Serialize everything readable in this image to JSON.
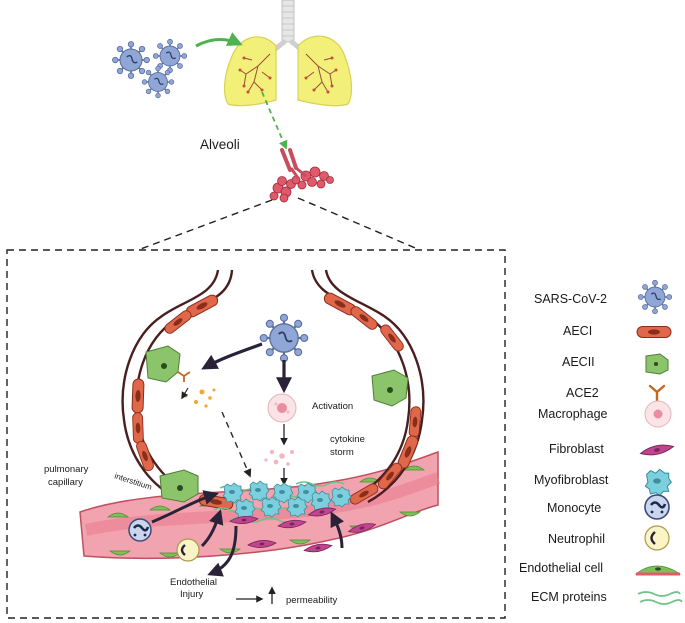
{
  "labels": {
    "alveoli": "Alveoli",
    "activation": "Activation",
    "cytokine_line1": "cytokine",
    "cytokine_line2": "storm",
    "pulmonary_line1": "pulmonary",
    "pulmonary_line2": "capillary",
    "interstitium": "interstitium",
    "endothelial_line1": "Endothelial",
    "endothelial_line2": "Injury",
    "permeability": "permeability"
  },
  "legend": {
    "items": [
      {
        "label": "SARS-CoV-2",
        "icon": "virus-icon"
      },
      {
        "label": "AECI",
        "icon": "aeci-cell-icon"
      },
      {
        "label": "AECII",
        "icon": "aecii-cell-icon"
      },
      {
        "label": "ACE2",
        "icon": "ace2-receptor-icon"
      },
      {
        "label": "Macrophage",
        "icon": "macrophage-icon"
      },
      {
        "label": "Fibroblast",
        "icon": "fibroblast-icon"
      },
      {
        "label": "Myofibroblast",
        "icon": "myofibroblast-icon"
      },
      {
        "label": "Monocyte",
        "icon": "monocyte-icon"
      },
      {
        "label": "Neutrophil",
        "icon": "neutrophil-icon"
      },
      {
        "label": "Endothelial cell",
        "icon": "endothelial-cell-icon"
      },
      {
        "label": "ECM proteins",
        "icon": "ecm-proteins-icon"
      }
    ]
  },
  "colors": {
    "virus": "#8fa6d6",
    "lung": "#f3f07a",
    "aeci": "#e0674a",
    "aecii": "#8cc46c",
    "capillary": "#f2a3b0",
    "fibroblast": "#c0458f",
    "myofibroblast": "#7ccfdc",
    "arrow_green": "#4fb24f",
    "alveoli_cluster": "#e05a6a"
  }
}
